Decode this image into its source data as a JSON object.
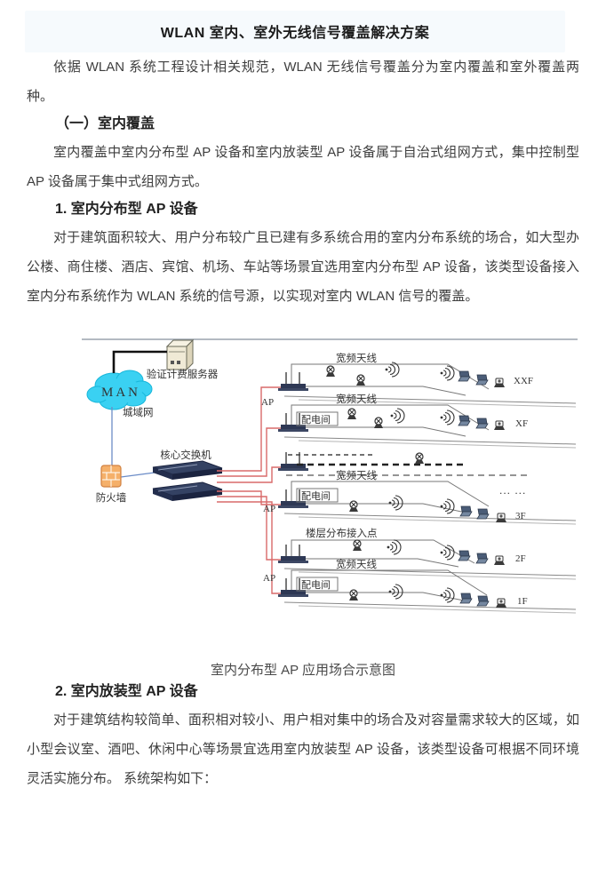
{
  "page": {
    "title": "WLAN 室内、室外无线信号覆盖解决方案"
  },
  "sections": {
    "intro": "依据 WLAN 系统工程设计相关规范，WLAN 无线信号覆盖分为室内覆盖和室外覆盖两种。",
    "h_indoor": "（一）室内覆盖",
    "p_indoor": "室内覆盖中室内分布型 AP 设备和室内放装型 AP 设备属于自治式组网方式，集中控制型 AP 设备属于集中式组网方式。",
    "h_dist": "1. 室内分布型 AP 设备",
    "p_dist": "对于建筑面积较大、用户分布较广且已建有多系统合用的室内分布系统的场合，如大型办公楼、商住楼、酒店、宾馆、机场、车站等场景宜选用室内分布型 AP 设备，该类型设备接入室内分布系统作为 WLAN 系统的信号源，以实现对室内 WLAN 信号的覆盖。",
    "figure_caption": "室内分布型 AP 应用场合示意图",
    "h_fat": "2. 室内放装型 AP 设备",
    "p_fat": "对于建筑结构较简单、面积相对较小、用户相对集中的场合及对容量需求较大的区域，如小型会议室、酒吧、休闲中心等场景宜选用室内放装型 AP 设备，该类型设备可根据不同环境灵活实施分布。 系统架构如下："
  },
  "diagram": {
    "labels": {
      "man": "MAN",
      "man_caption": "城域网",
      "auth_server": "验证计费服务器",
      "firewall": "防火墙",
      "core_switch": "核心交换机",
      "ap": "AP",
      "broadband_antenna": "宽频天线",
      "power_room": "配电间",
      "floor_access_point": "楼层分布接入点",
      "ellipsis": "... ..."
    },
    "floor_labels": [
      "XXF",
      "XF",
      "3F",
      "2F",
      "1F"
    ],
    "colors": {
      "cloud": "#3ad1f2",
      "red_line": "#d96a6a",
      "blue_line": "#6b8cc7",
      "switch": "#344263",
      "firewall": "#f5b06a",
      "server": "#f0ead6"
    }
  }
}
